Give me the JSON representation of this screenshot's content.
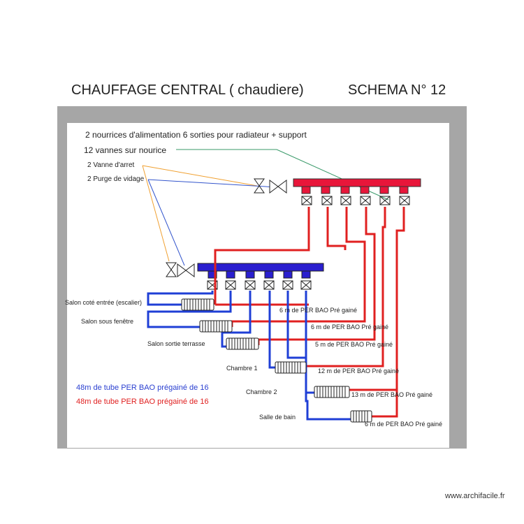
{
  "header": {
    "title_left": "CHAUFFAGE CENTRAL ( chaudiere)",
    "title_right": "SCHEMA N° 12"
  },
  "notes": {
    "manifolds": "2 nourrices d'alimentation 6 sorties pour radiateur + support",
    "valves": "12 vannes sur nourice",
    "stop_valves": "2 Vanne d'arret",
    "drain": "2 Purge de vidage"
  },
  "rooms": {
    "salon_entree": "Salon coté entrée (escalier)",
    "salon_fenetre": "Salon sous fenêtre",
    "salon_terrasse": "Salon sortie terrasse",
    "chambre1": "Chambre 1",
    "chambre2": "Chambre 2",
    "salle_bain": "Salle de bain"
  },
  "pipe_labels": {
    "p1": "6 m de PER BAO Pré gainé",
    "p2": "6 m de PER BAO Pré gainé",
    "p3": "5 m de PER BAO Pré gainé",
    "p4": "12 m de PER BAO Pré gainé",
    "p5": "13 m de PER BAO Pré gainé",
    "p6": "6 m de PER BAO Pré gainé"
  },
  "legend": {
    "blue": "48m de tube PER BAO prégainé de 16",
    "red": "48m de tube PER BAO prégainé de 16"
  },
  "footer": "www.archifacile.fr",
  "colors": {
    "blue_pipe": "#1f3fd6",
    "red_pipe": "#e02020",
    "blue_manifold": "#2a1fcf",
    "red_manifold": "#e8163a",
    "orange_leader": "#f0a030",
    "blue_leader": "#3355cc",
    "green_leader": "#3a9a6a",
    "frame": "#a6a6a6"
  },
  "icons": [
    "valve-icon",
    "radiator-icon",
    "manifold"
  ]
}
